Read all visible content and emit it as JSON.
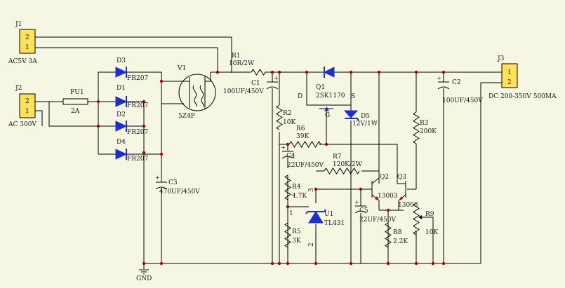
{
  "connectors": {
    "j1": {
      "ref": "J1",
      "pin1": "1",
      "pin2": "2",
      "label": "AC5V 3A"
    },
    "j2": {
      "ref": "J2",
      "pin1": "1",
      "pin2": "2",
      "label": "AC 300V"
    },
    "j3": {
      "ref": "J3",
      "pin1": "1",
      "pin2": "2",
      "label": "DC 200-350V 500MA"
    }
  },
  "fuse": {
    "ref": "FU1",
    "value": "2A"
  },
  "diodes": [
    {
      "ref": "D3",
      "value": "FR207"
    },
    {
      "ref": "D1",
      "value": "FR207"
    },
    {
      "ref": "D2",
      "value": "FR207"
    },
    {
      "ref": "D4",
      "value": "FR207"
    }
  ],
  "tube": {
    "ref": "V1",
    "value": "5Z4P"
  },
  "resistors": {
    "r1": {
      "ref": "R1",
      "value": "10R/2W"
    },
    "r2": {
      "ref": "R2",
      "value": "10K"
    },
    "r3": {
      "ref": "R3",
      "value": "200K"
    },
    "r4": {
      "ref": "R4",
      "value": "4.7K"
    },
    "r5": {
      "ref": "R5",
      "value": "3K"
    },
    "r6": {
      "ref": "R6",
      "value": "39K"
    },
    "r7": {
      "ref": "R7",
      "value": "120K/2W"
    },
    "r8": {
      "ref": "R8",
      "value": "2.2K"
    },
    "r9": {
      "ref": "R9",
      "value": "10K"
    }
  },
  "capacitors": {
    "c1": {
      "ref": "C1",
      "value": "100UF/450V"
    },
    "c2": {
      "ref": "C2",
      "value": "100UF/450V"
    },
    "c3": {
      "ref": "C3",
      "value": "470UF/450V"
    },
    "c4": {
      "ref": "C4",
      "value": "22UF/450V"
    },
    "c5": {
      "ref": "C5",
      "value": "22UF/450V"
    }
  },
  "mosfet": {
    "ref": "Q1",
    "value": "2SK1170",
    "drain": "D",
    "source": "S",
    "gate": "G"
  },
  "zener": {
    "ref": "D5",
    "value": "12V/1W"
  },
  "transistors": {
    "q2": {
      "ref": "Q2",
      "value": "13003"
    },
    "q3": {
      "ref": "Q3",
      "value": "13003"
    }
  },
  "regulator": {
    "ref": "U1",
    "value": "TL431",
    "pin1": "1",
    "pin2": "2",
    "pin3": "3"
  },
  "ground": {
    "label": "GND"
  },
  "colors": {
    "background": "#f5f7e2",
    "wire": "#000000",
    "junction": "#b00000",
    "semiconductor": "#1a2fd0",
    "connector": "#ffe15a"
  }
}
